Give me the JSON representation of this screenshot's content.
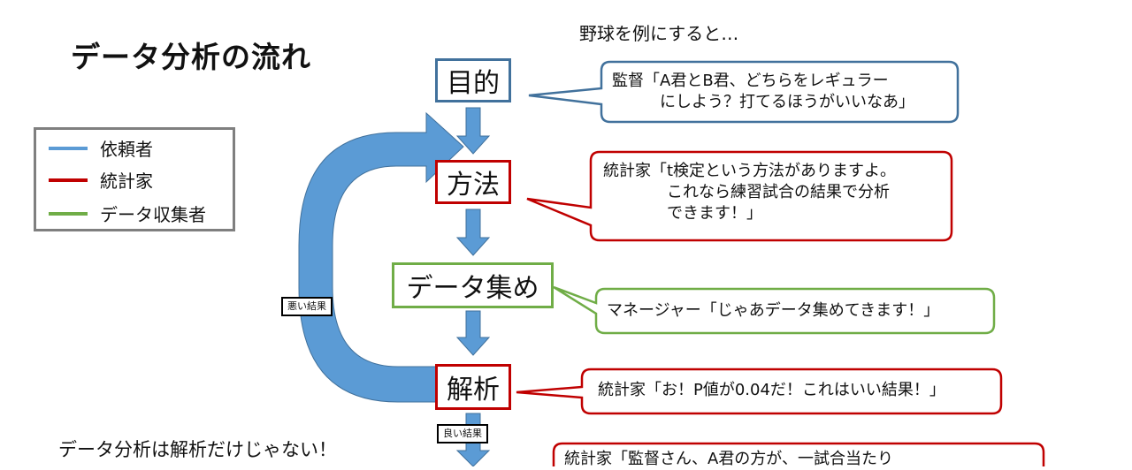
{
  "title": "データ分析の流れ",
  "example_caption": "野球を例にすると…",
  "legend": {
    "items": [
      {
        "label": "依頼者",
        "color": "#5B9BD5"
      },
      {
        "label": "統計家",
        "color": "#C00000"
      },
      {
        "label": "データ収集者",
        "color": "#70AD47"
      }
    ]
  },
  "flow": {
    "steps": [
      {
        "label": "目的"
      },
      {
        "label": "方法"
      },
      {
        "label": "データ集め"
      },
      {
        "label": "解析"
      }
    ],
    "bad_result_label": "悪い結果",
    "good_result_label": "良い結果"
  },
  "bubbles": [
    {
      "speaker_color": "#41719C",
      "text": "監督「A君とB君、どちらをレギュラー\n　　　にしよう？打てるほうがいいなあ」"
    },
    {
      "speaker_color": "#C00000",
      "text": "統計家「t検定という方法がありますよ。\n　　　　これなら練習試合の結果で分析\n　　　　できます！」"
    },
    {
      "speaker_color": "#70AD47",
      "text": "マネージャー「じゃあデータ集めてきます！」"
    },
    {
      "speaker_color": "#C00000",
      "text": "統計家「お！P値が0.04だ！これはいい結果！」"
    },
    {
      "speaker_color": "#C00000",
      "text": "統計家「監督さん、A君の方が、一試合当たり"
    }
  ],
  "bottom_note": "データ分析は解析だけじゃない！"
}
